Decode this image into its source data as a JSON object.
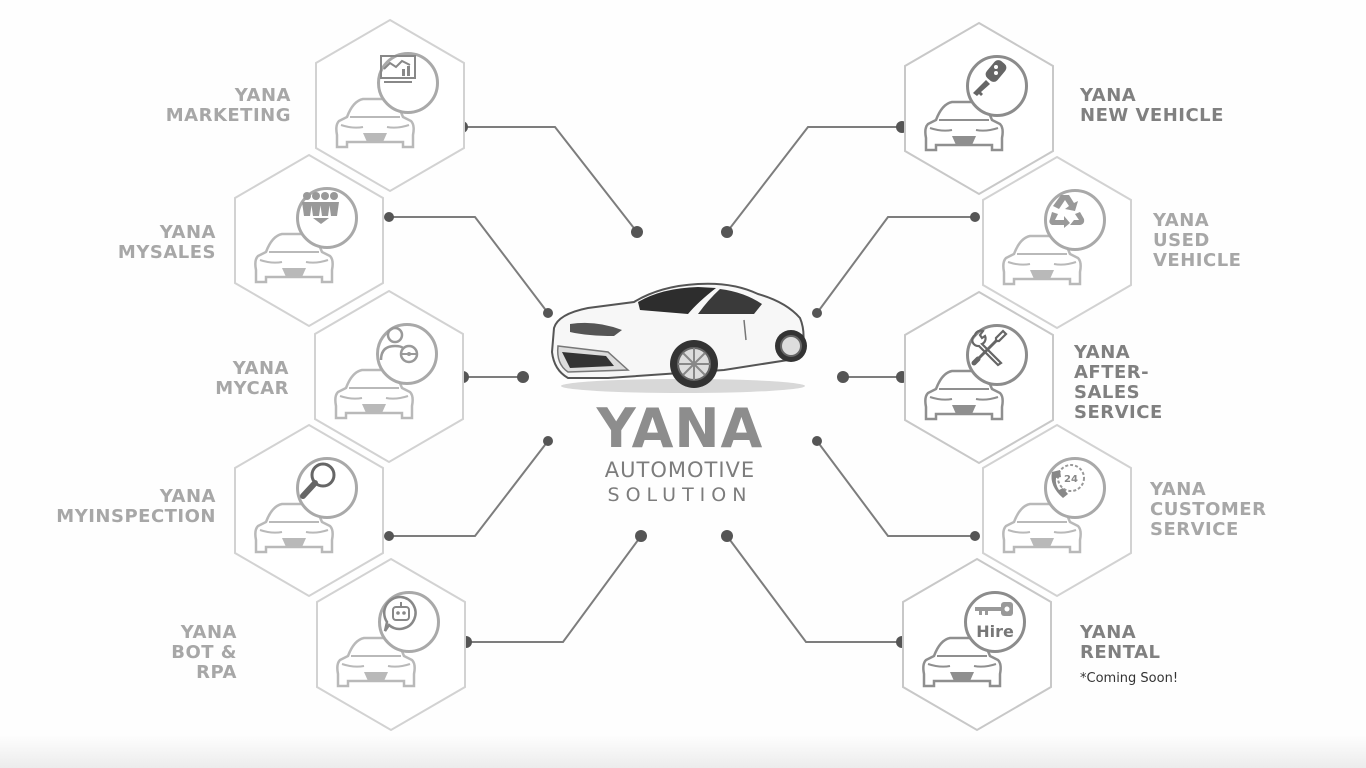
{
  "center": {
    "title": "YANA",
    "subtitle_1": "AUTOMOTIVE",
    "subtitle_2": "SOLUTION"
  },
  "modules": [
    {
      "id": "marketing",
      "lines": [
        "YANA",
        "MARKETING"
      ],
      "icon": "marketing-chart-icon",
      "side": "left"
    },
    {
      "id": "mysales",
      "lines": [
        "YANA",
        "MYSALES"
      ],
      "icon": "salespeople-icon",
      "side": "left"
    },
    {
      "id": "mycar",
      "lines": [
        "YANA",
        "MYCAR"
      ],
      "icon": "driver-steering-wheel-icon",
      "side": "left"
    },
    {
      "id": "myinspection",
      "lines": [
        "YANA",
        "MYINSPECTION"
      ],
      "icon": "magnifier-icon",
      "side": "left"
    },
    {
      "id": "bot-rpa",
      "lines": [
        "YANA",
        "BOT &",
        "RPA"
      ],
      "icon": "robot-chat-icon",
      "side": "left"
    },
    {
      "id": "new-vehicle",
      "lines": [
        "YANA",
        "NEW VEHICLE"
      ],
      "icon": "car-key-icon",
      "side": "right"
    },
    {
      "id": "used-vehicle",
      "lines": [
        "YANA",
        "USED",
        "VEHICLE"
      ],
      "icon": "recycle-icon",
      "side": "right"
    },
    {
      "id": "after-sales",
      "lines": [
        "YANA",
        "AFTER-",
        "SALES",
        "SERVICE"
      ],
      "icon": "wrench-screwdriver-icon",
      "side": "right"
    },
    {
      "id": "customer-service",
      "lines": [
        "YANA",
        "CUSTOMER",
        "SERVICE"
      ],
      "icon": "phone-24-icon",
      "side": "right"
    },
    {
      "id": "rental",
      "lines": [
        "YANA",
        "RENTAL"
      ],
      "icon": "hire-key-icon",
      "side": "right",
      "icon_text": "Hire",
      "note": "*Coming Soon!"
    }
  ],
  "colors": {
    "text_dark": "#808080",
    "text_light": "#a7a7a7",
    "hex_stroke": "#c8c8c8",
    "connector": "#7d7d7d",
    "node": "#555555"
  }
}
